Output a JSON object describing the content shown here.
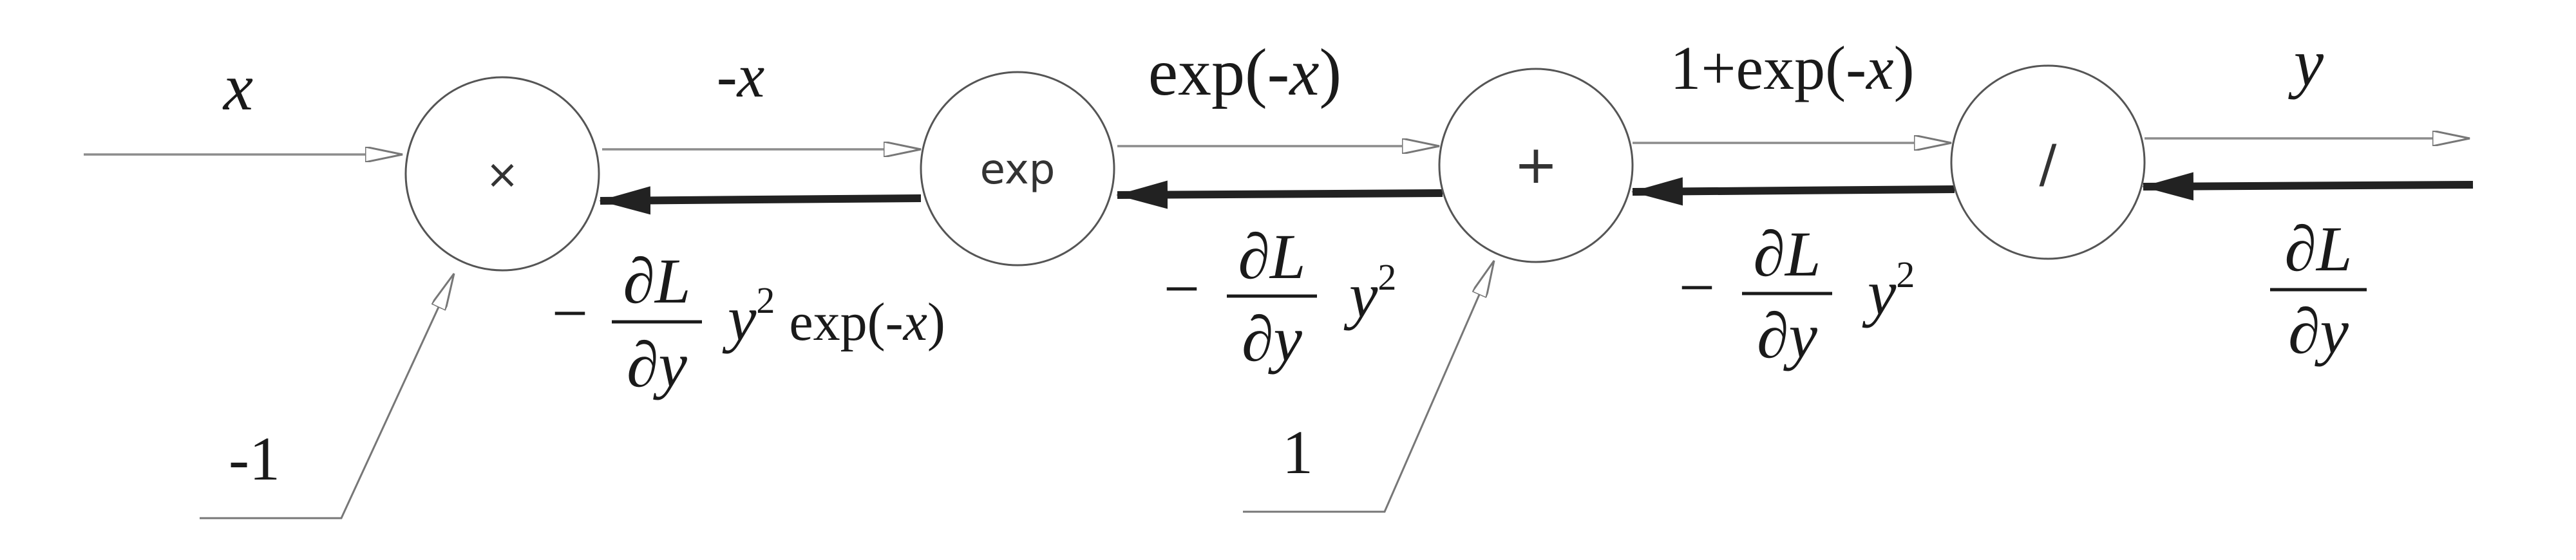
{
  "nodes": {
    "mul": "×",
    "exp": "exp",
    "add": "+",
    "div": "/"
  },
  "forward": {
    "input": "x",
    "neg_x": "-x",
    "exp_neg_x": {
      "fn": "exp(-",
      "var": "x",
      "close": ")"
    },
    "one_plus": {
      "fn": "1+exp(-",
      "var": "x",
      "close": ")"
    },
    "output": "y"
  },
  "constants": {
    "minus_one": "-1",
    "one": "1"
  },
  "backward": {
    "minus": "−",
    "dL": "∂L",
    "dy": "∂y",
    "y": "y",
    "sq": "2",
    "exp_tail": {
      "fn": "exp(-",
      "var": "x",
      "close": ")"
    }
  }
}
